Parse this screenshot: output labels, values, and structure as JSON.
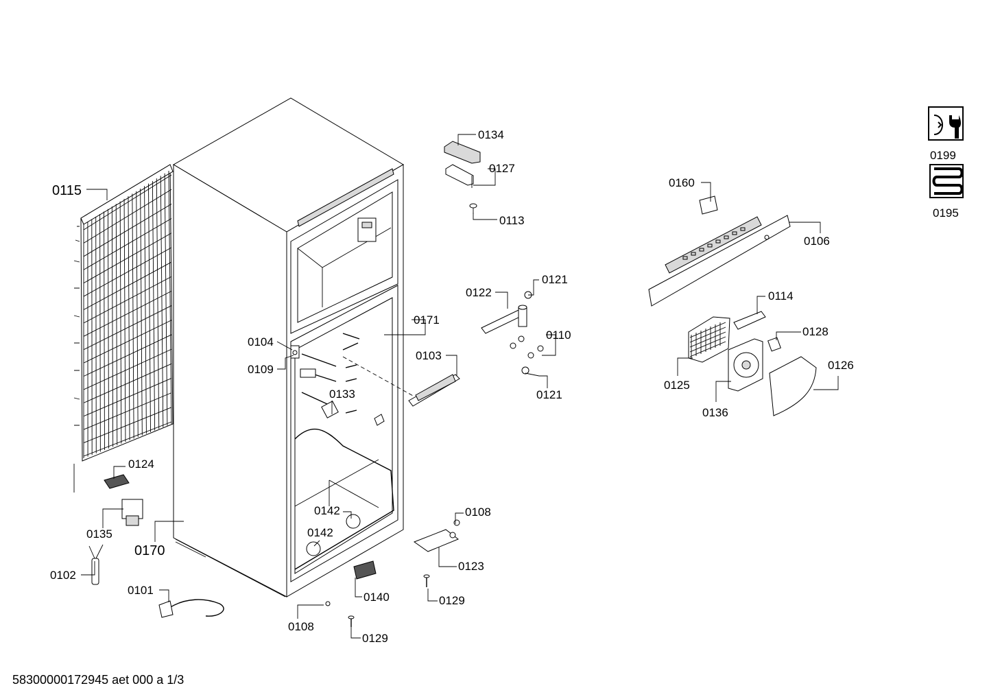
{
  "document_id": "58300000172945 aet 000 a 1/3",
  "legend": [
    {
      "label": "0199",
      "icon": "service-wrench-icon"
    },
    {
      "label": "0195",
      "icon": "heating-coil-icon"
    }
  ],
  "parts": [
    "0115",
    "0170",
    "0124",
    "0135",
    "0102",
    "0101",
    "0134",
    "0127",
    "0113",
    "0104",
    "0109",
    "0171",
    "0133",
    "0103",
    "0122",
    "0121",
    "0110",
    "0121",
    "0142",
    "0142",
    "0140",
    "0108",
    "0129",
    "0108",
    "0123",
    "0129",
    "0160",
    "0106",
    "0114",
    "0128",
    "0125",
    "0136",
    "0126"
  ]
}
